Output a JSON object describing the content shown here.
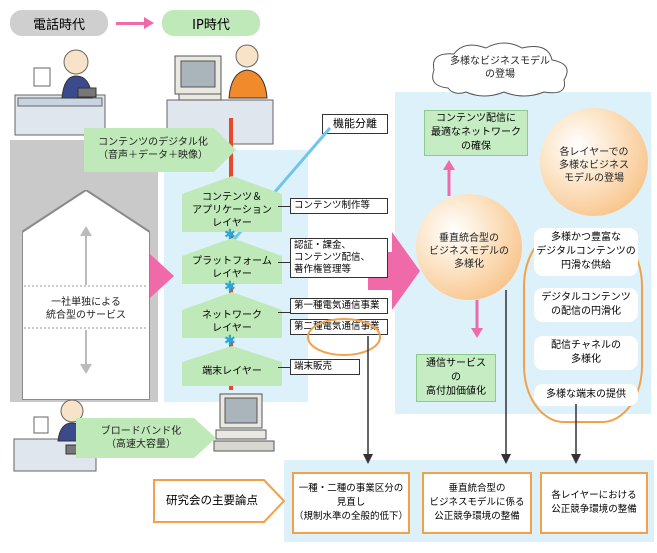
{
  "header": {
    "left_era": "電話時代",
    "right_era": "IP時代"
  },
  "callouts": {
    "content_digital": [
      "コンテンツのデジタル化",
      "（音声＋データ＋映像）"
    ],
    "function_separation": "機能分離",
    "broadband": [
      "ブロードバンド化",
      "（高速大容量）"
    ]
  },
  "left_column": {
    "integrated_service": [
      "一社単独による",
      "統合型のサービス"
    ]
  },
  "layers": [
    {
      "name": [
        "コンテンツ＆",
        "アプリケーション",
        "レイヤー"
      ],
      "tag": [
        "コンテンツ制作等"
      ]
    },
    {
      "name": [
        "プラットフォーム",
        "レイヤー"
      ],
      "tag": [
        "認証・課金、",
        "コンテンツ配信、",
        "著作権管理等"
      ]
    },
    {
      "name": [
        "ネットワーク",
        "レイヤー"
      ],
      "tag": [
        "第一種電気通信事業",
        "第二種電気通信事業"
      ]
    },
    {
      "name": [
        "端末レイヤー"
      ],
      "tag": [
        "端末販売"
      ]
    }
  ],
  "right_panel": {
    "cloud": [
      "多様なビジネスモデル",
      "の登場"
    ],
    "optimal_network": [
      "コンテンツ配信に",
      "最適なネットワーク",
      "の確保"
    ],
    "vertical_circle": [
      "垂直統合型の",
      "ビジネスモデルの",
      "多様化"
    ],
    "comm_value": [
      "通信サービス",
      "の",
      "高付加価値化"
    ],
    "layer_circle": [
      "各レイヤーでの",
      "多様なビジネス",
      "モデルの登場"
    ],
    "items": [
      [
        "多様かつ豊富な",
        "デジタルコンテンツの",
        "円滑な供給"
      ],
      [
        "デジタルコンテンツ",
        "の配信の円滑化"
      ],
      [
        "配信チャネルの",
        "多様化"
      ],
      [
        "多様な端末の提供"
      ]
    ]
  },
  "bottom": {
    "main_label": "研究会の主要論点",
    "issues": [
      [
        "一種・二種の事業区分の",
        "見直し",
        "（規制水準の全般的低下）"
      ],
      [
        "垂直統合型の",
        "ビジネスモデルに係る",
        "公正競争環境の整備"
      ],
      [
        "各レイヤーにおける",
        "公正競争環境の整備"
      ]
    ]
  },
  "colors": {
    "light_blue": "#dcf1fa",
    "green": "#bfe9b8",
    "pink": "#f06aa9",
    "orange": "#f2a04a",
    "gray": "#c9c9c9",
    "red_line": "#e8472a"
  }
}
